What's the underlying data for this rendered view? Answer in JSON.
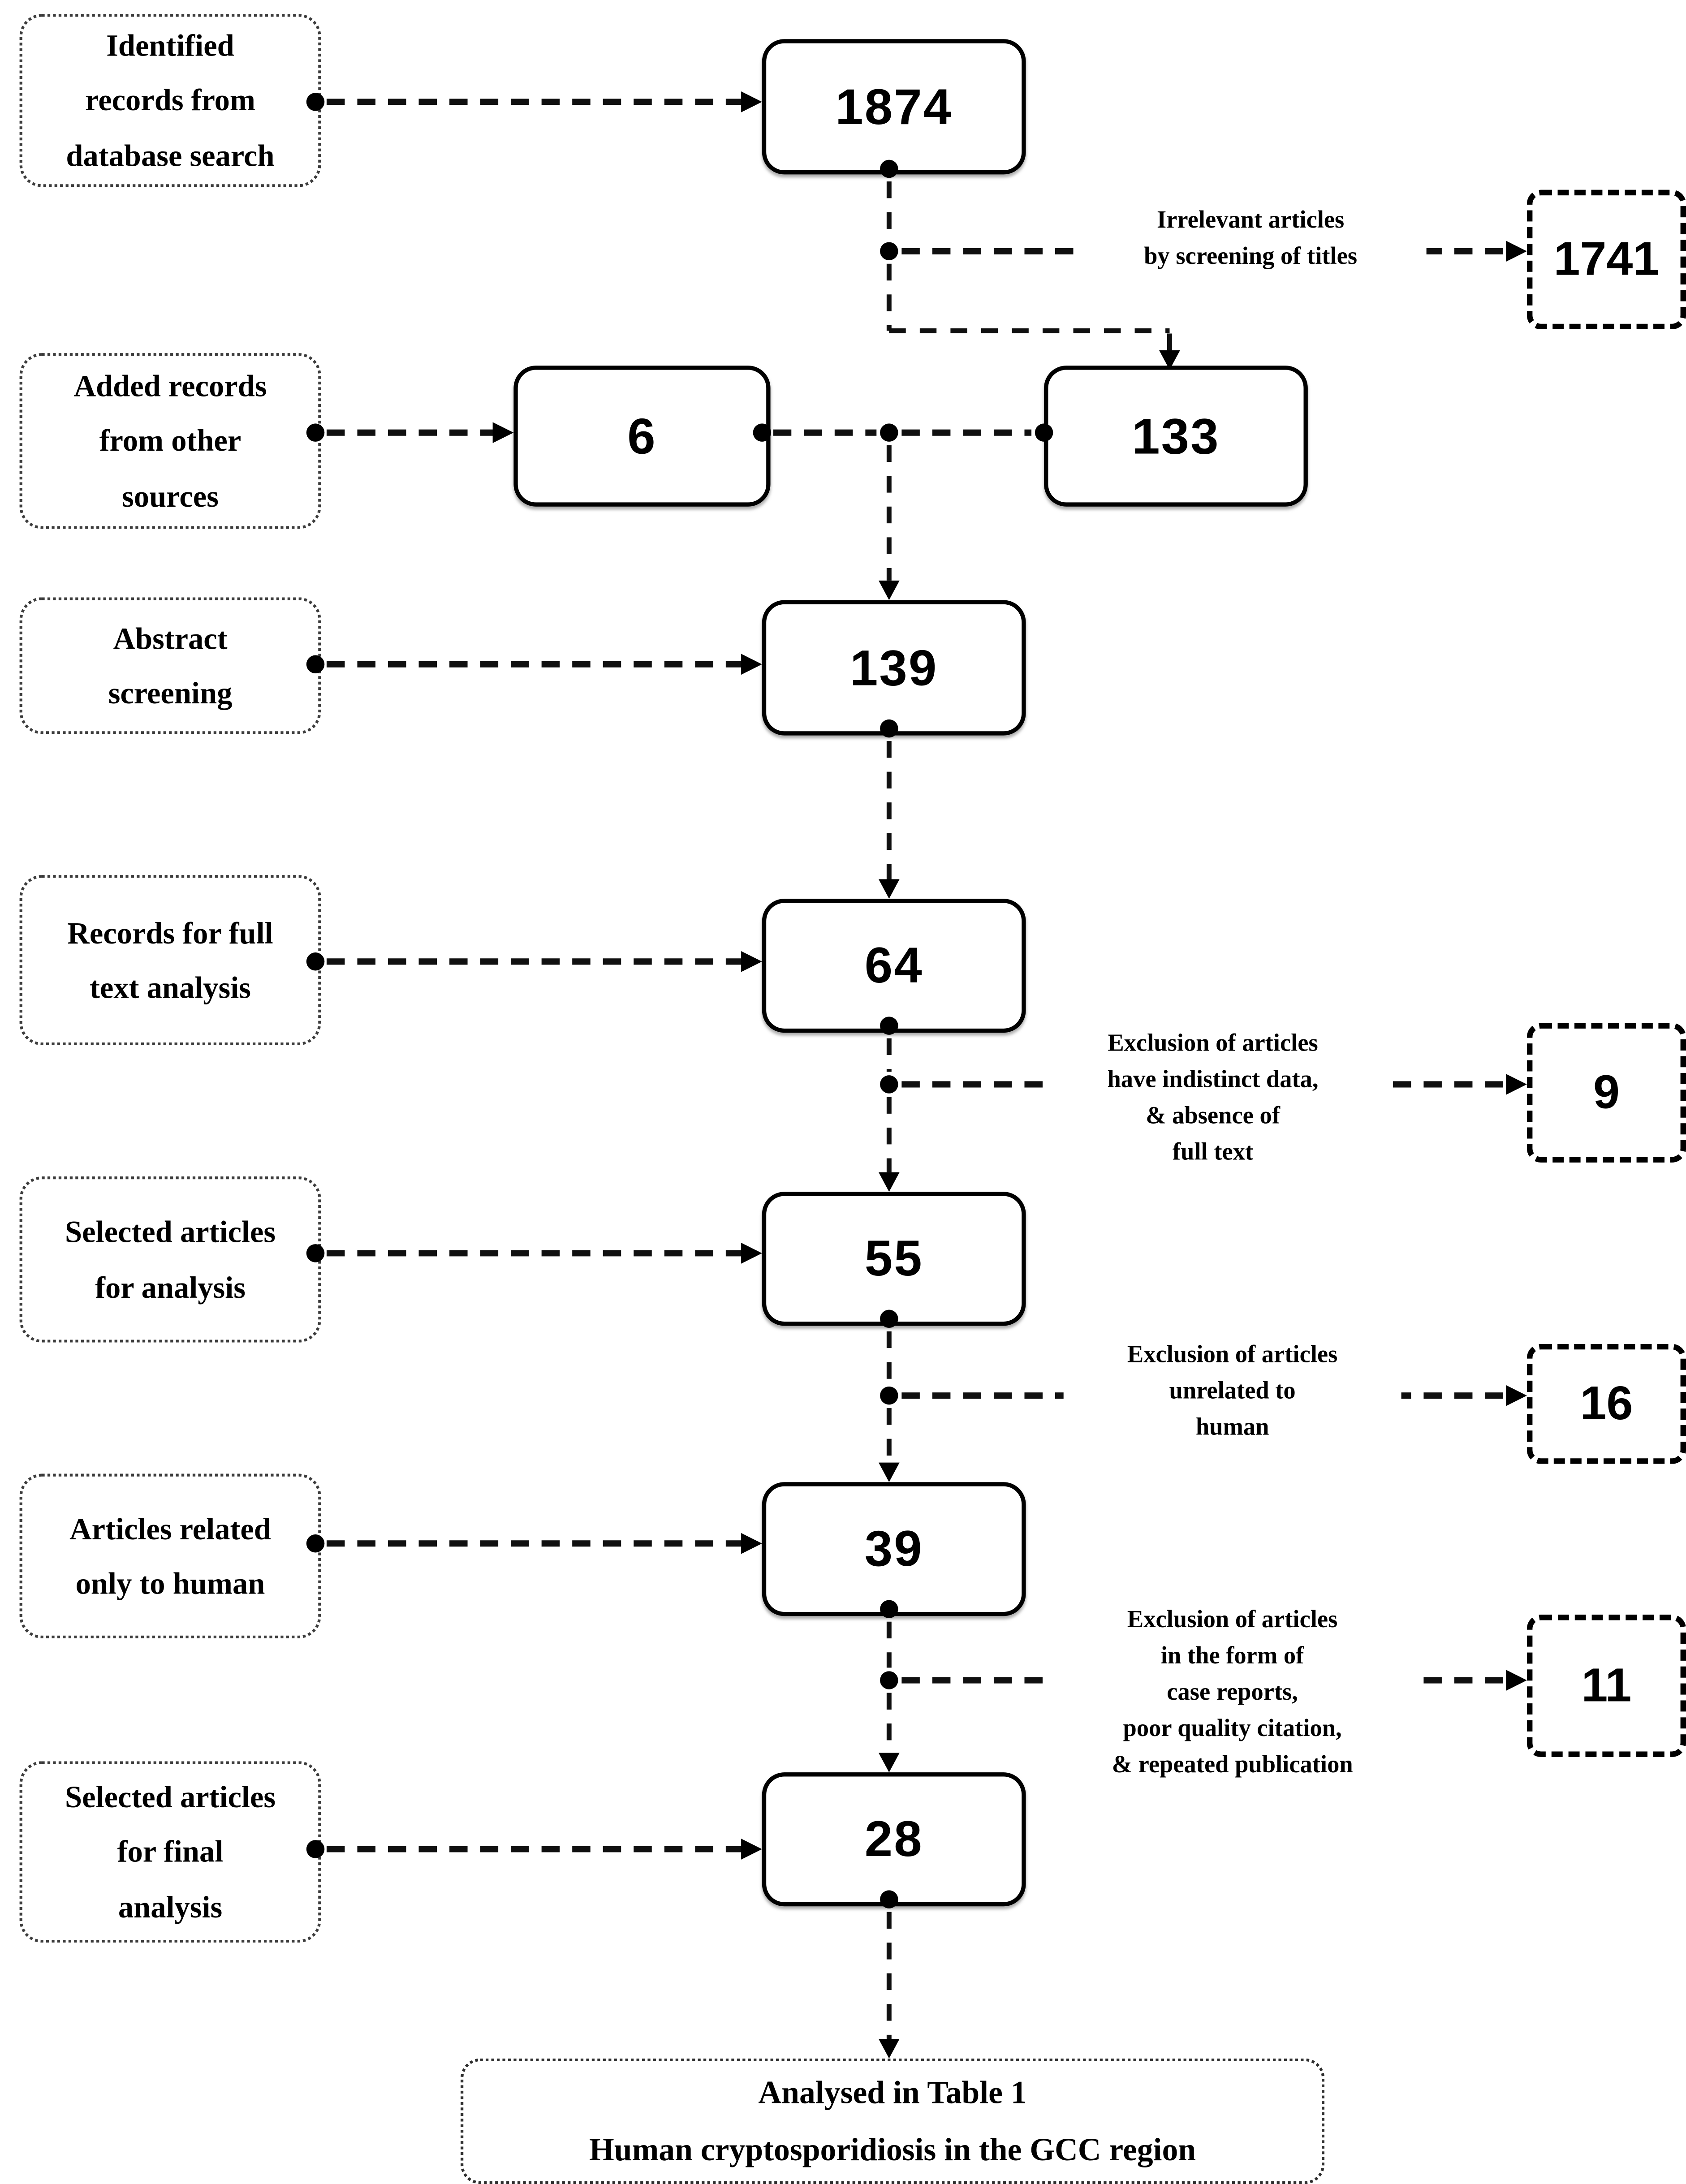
{
  "diagram": {
    "left_labels": [
      {
        "id": "identified",
        "text": "Identified\nrecords from\ndatabase search"
      },
      {
        "id": "added",
        "text": "Added records\nfrom other\nsources"
      },
      {
        "id": "abstract",
        "text": "Abstract\nscreening"
      },
      {
        "id": "fulltext",
        "text": "Records for full\ntext analysis"
      },
      {
        "id": "selected",
        "text": "Selected articles\nfor analysis"
      },
      {
        "id": "human",
        "text": "Articles related\nonly to human"
      },
      {
        "id": "final",
        "text": "Selected articles\nfor final\nanalysis"
      }
    ],
    "count_nodes": [
      {
        "id": "n1874",
        "value": "1874"
      },
      {
        "id": "n6",
        "value": "6"
      },
      {
        "id": "n133",
        "value": "133"
      },
      {
        "id": "n139",
        "value": "139"
      },
      {
        "id": "n64",
        "value": "64"
      },
      {
        "id": "n55",
        "value": "55"
      },
      {
        "id": "n39",
        "value": "39"
      },
      {
        "id": "n28",
        "value": "28"
      }
    ],
    "excluded_nodes": [
      {
        "id": "x1741",
        "value": "1741"
      },
      {
        "id": "x9",
        "value": "9"
      },
      {
        "id": "x16",
        "value": "16"
      },
      {
        "id": "x11",
        "value": "11"
      }
    ],
    "exclusion_notes": [
      {
        "id": "note1741",
        "text": "Irrelevant articles\nby screening of titles"
      },
      {
        "id": "note9",
        "text": "Exclusion of articles\nhave indistinct data,\n& absence of\nfull text"
      },
      {
        "id": "note16",
        "text": "Exclusion of articles\nunrelated to\nhuman"
      },
      {
        "id": "note11",
        "text": "Exclusion of articles\nin the form of\ncase reports,\npoor quality citation,\n& repeated publication"
      }
    ],
    "final_box": {
      "text": "Analysed in Table 1\nHuman cryptosporidiosis in the GCC region"
    },
    "colors": {
      "ink": "#000000",
      "dotted_border": "#3c3c3c",
      "background": "#ffffff"
    }
  }
}
